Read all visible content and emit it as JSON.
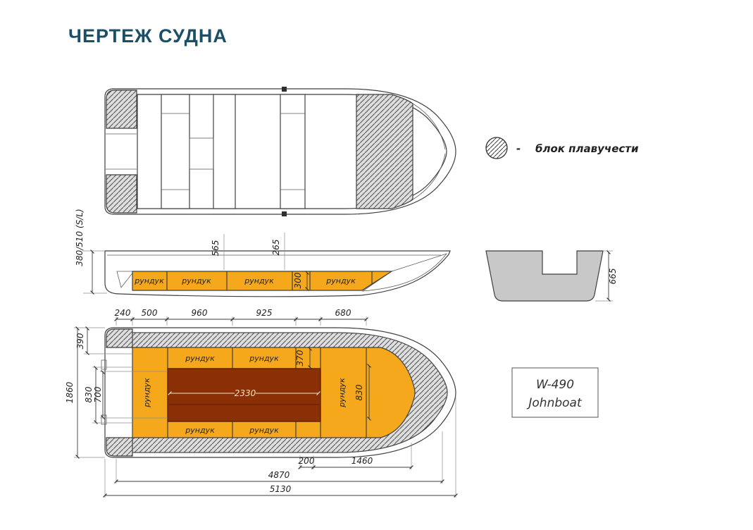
{
  "page": {
    "title": "ЧЕРТЕЖ СУДНА"
  },
  "legend": {
    "dash": "-",
    "label": "блок плавучести"
  },
  "model_box": {
    "model": "W-490",
    "type": "Johnboat"
  },
  "colors": {
    "deck_yellow": "#F6A81C",
    "floor_red": "#8A2F06",
    "title": "#1B4F68"
  },
  "side_view": {
    "dim_565": "565",
    "dim_265": "265",
    "dim_300": "300",
    "dim_depth": "380/510 (S/L)",
    "lockers": [
      "рундук",
      "рундук",
      "рундук",
      "рундук"
    ],
    "transom": {
      "dim_665": "665"
    }
  },
  "plan_view": {
    "top_dims": [
      "240",
      "500",
      "960",
      "925",
      "680"
    ],
    "left_dims": {
      "d390": "390",
      "d1860": "1860",
      "d830": "830",
      "d700": "700"
    },
    "inner_dims": {
      "d370": "370",
      "d830": "830",
      "d2330": "2330"
    },
    "bottom_dims": {
      "d200": "200",
      "d1460": "1460",
      "d4870": "4870",
      "d5130": "5130"
    },
    "lockers": {
      "top1": "рундук",
      "top2": "рундук",
      "bottom1": "рундук",
      "bottom2": "рундук",
      "left": "рундук",
      "right": "рундук"
    }
  }
}
